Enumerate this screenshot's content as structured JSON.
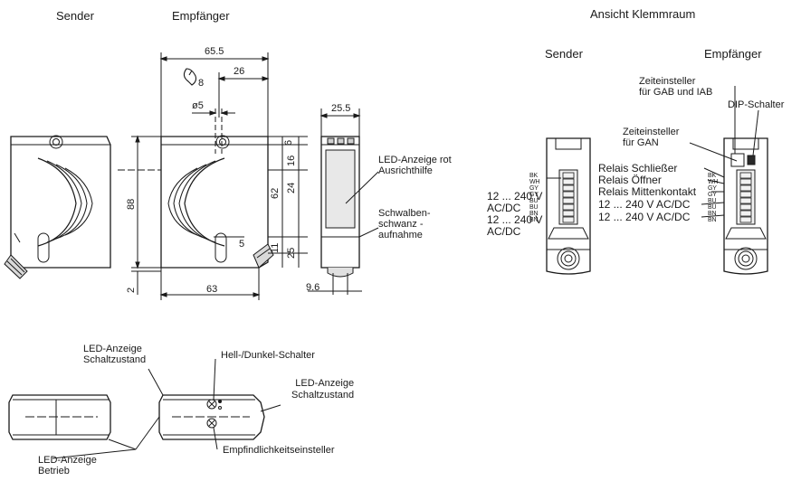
{
  "headings": {
    "sender_top": "Sender",
    "empfaenger_top": "Empfänger",
    "ansicht": "Ansicht Klemmraum",
    "sender_right": "Sender",
    "empfaenger_right": "Empfänger"
  },
  "dimensions": {
    "width_65": "65.5",
    "d26": "26",
    "wrench": "8",
    "d5": "ø5",
    "d25_5": "25.5",
    "d6": "6",
    "d16": "16",
    "d62": "62",
    "d24": "24",
    "d88": "88",
    "d11": "11",
    "d25": "25",
    "d5b": "5",
    "d2": "2",
    "d63": "63",
    "d9_6": "9.6"
  },
  "labels": {
    "led_rot_1": "LED-Anzeige rot",
    "led_rot_2": "Ausrichthilfe",
    "schwalben_1": "Schwalben-",
    "schwalben_2": "schwanz -",
    "schwalben_3": "aufnahme",
    "zeit_gab_1": "Zeiteinsteller",
    "zeit_gab_2": "für GAB und IAB",
    "dip": "DIP-Schalter",
    "zeit_gan_1": "Zeiteinsteller",
    "zeit_gan_2": "für GAN",
    "relais_1": "Relais Schließer",
    "relais_2": "Relais Öffner",
    "relais_3": "Relais Mittenkontakt",
    "volt_r1": "12 ... 240 V AC/DC",
    "volt_r2": "12 ... 240 V AC/DC",
    "volt_s1a": "12 ... 240 V",
    "volt_s1b": "AC/DC",
    "volt_s2a": "12 ... 240 V",
    "volt_s2b": "AC/DC",
    "led_schalt_1": "LED-Anzeige",
    "led_schalt_2": "Schaltzustand",
    "hell_dunkel": "Hell-/Dunkel-Schalter",
    "led_schalt_r1": "LED-Anzeige",
    "led_schalt_r2": "Schaltzustand",
    "empfind": "Empfindlichkeitseinsteller",
    "led_betrieb_1": "LED-Anzeige",
    "led_betrieb_2": "Betrieb"
  },
  "wires_sender": [
    "BK",
    "WH",
    "GY",
    "GY",
    "BU",
    "BU",
    "BN",
    "BN"
  ],
  "wires_receiver": [
    "BK",
    "WH",
    "GY",
    "GY",
    "BU",
    "BU",
    "BN",
    "BN"
  ],
  "colors": {
    "line": "#1a1a1a",
    "body_fill": "#ffffff",
    "dark": "#2a2a2a"
  }
}
